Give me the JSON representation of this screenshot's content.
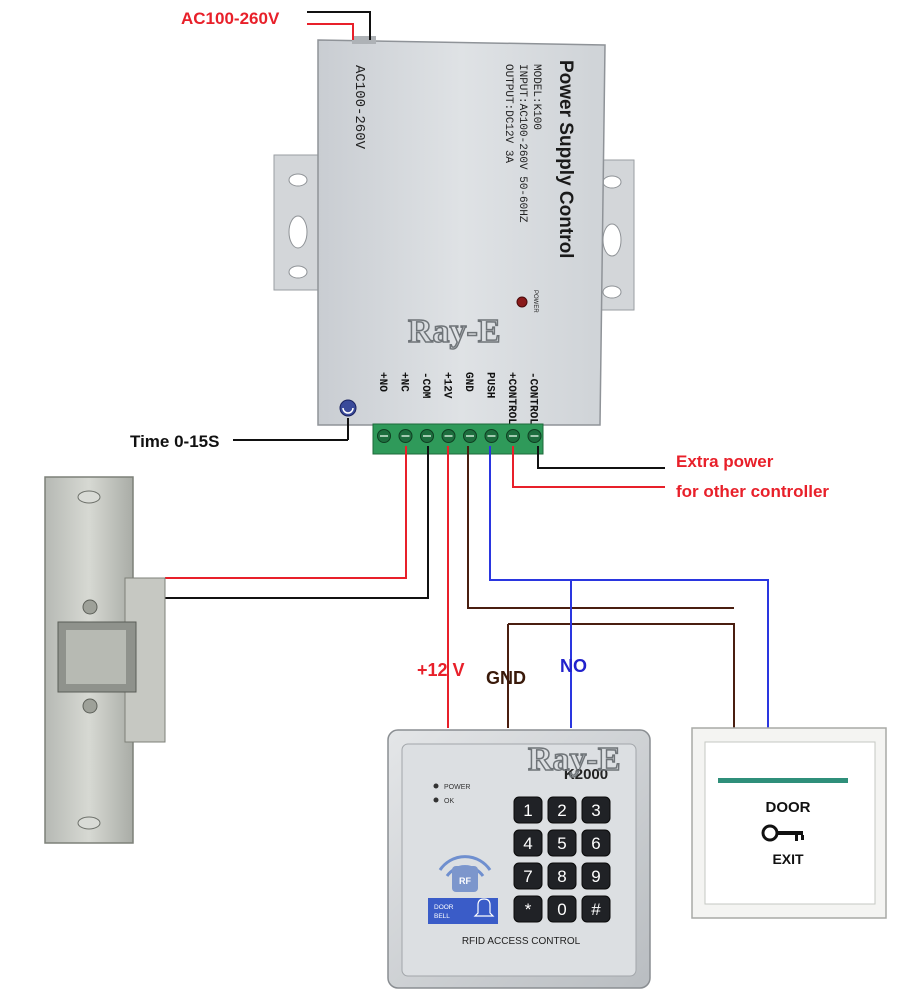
{
  "labels": {
    "ac_input": "AC100-260V",
    "time": "Time 0-15S",
    "extra_power_1": "Extra power",
    "extra_power_2": "for other controller",
    "plus12v": "+12 V",
    "gnd": "GND",
    "no": "NO"
  },
  "watermark": "Ray-E",
  "power_supply": {
    "title": "Power Supply Control",
    "model": "MODEL:K100",
    "input": "INPUT:AC100-260V 50-60HZ",
    "output": "OUTPUT:DC12V 3A",
    "side_label": "AC100-260V",
    "led_label": "POWER",
    "terminals": [
      "+NO",
      "+NC",
      "-COM",
      "+12V",
      "GND",
      "PUSH",
      "+CONTROL",
      "-CONTROL"
    ]
  },
  "keypad": {
    "model": "K2000",
    "power_label": "POWER",
    "ok_label": "OK",
    "rf_label": "RF",
    "doorbell_1": "DOOR",
    "doorbell_2": "BELL",
    "keys": [
      "1",
      "2",
      "3",
      "4",
      "5",
      "6",
      "7",
      "8",
      "9",
      "*",
      "0",
      "#"
    ],
    "caption": "RFID ACCESS CONTROL"
  },
  "exit_button": {
    "line1": "DOOR",
    "line2": "EXIT"
  },
  "colors": {
    "red_wire": "#e8202a",
    "black_wire": "#111111",
    "blue_wire": "#2a36e0",
    "brown_wire": "#4a1e10",
    "label_red": "#e8202a",
    "label_blue": "#2222cc",
    "label_brown": "#3a1a0a",
    "terminal_green": "#2f9a5a"
  }
}
